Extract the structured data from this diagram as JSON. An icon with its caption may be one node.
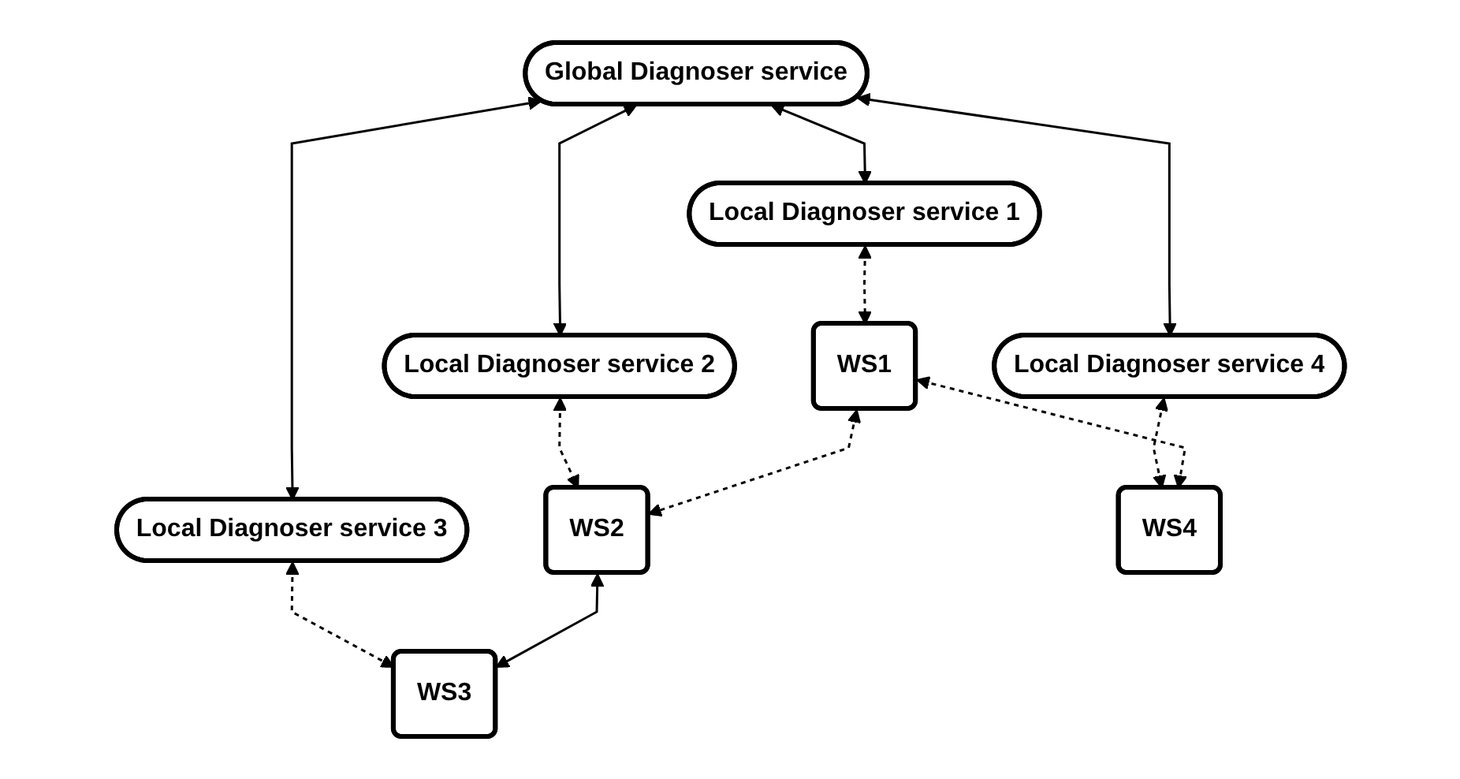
{
  "diagram": {
    "nodes": [
      {
        "text": [
          "Global Diagnoser service"
        ]
      },
      {
        "text": [
          "Local Diagnoser service 1"
        ]
      },
      {
        "text": [
          "Local Diagnoser service 2"
        ]
      },
      {
        "text": [
          "Local Diagnoser service 3"
        ]
      },
      {
        "text": [
          "WS1"
        ]
      },
      {
        "text": [
          "WS2"
        ]
      },
      {
        "text": [
          "WS3"
        ]
      },
      {
        "text": [
          "Local Diagnoser service 4"
        ]
      },
      {
        "text": [
          "WS4"
        ]
      }
    ],
    "edges": [
      {
        "from": 0,
        "to": 7,
        "arrow": "both"
      },
      {
        "from": 0,
        "to": 1,
        "arrow": "both"
      },
      {
        "from": 0,
        "to": 2,
        "arrow": "both"
      },
      {
        "from": 0,
        "to": 3,
        "arrow": "both"
      },
      {
        "from": 1,
        "to": 4,
        "arrow": "both",
        "style": "dashed"
      },
      {
        "from": 2,
        "to": 5,
        "arrow": "both",
        "style": "dashed"
      },
      {
        "from": 3,
        "to": 6,
        "arrow": "both",
        "style": "dashed"
      },
      {
        "from": 7,
        "to": 8,
        "arrow": "both",
        "style": "dashed"
      },
      {
        "from": 4,
        "to": 5,
        "arrow": "both",
        "style": "dashed"
      },
      {
        "from": 5,
        "to": 6,
        "arrow": "both"
      },
      {
        "from": 4,
        "to": 8,
        "arrow": "both",
        "style": "dashed"
      }
    ]
  }
}
